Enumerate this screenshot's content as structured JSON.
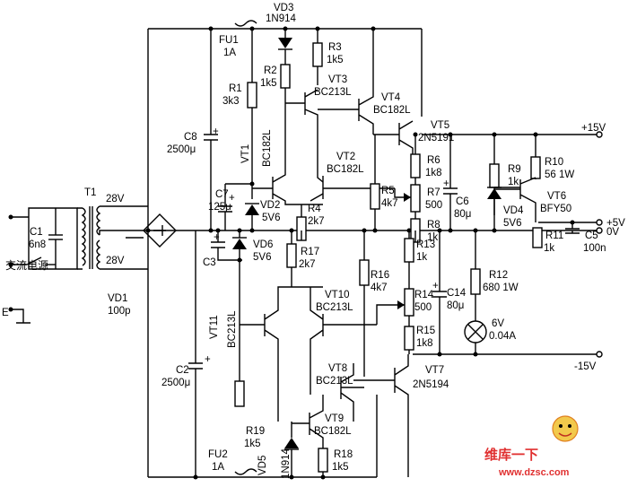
{
  "labels": {
    "vd3": "VD3",
    "vd3_part": "1N914",
    "fu1": "FU1",
    "fu1_val": "1A",
    "r3": "R3",
    "r3_val": "1k5",
    "r2": "R2",
    "r2_val": "1k5",
    "r1": "R1",
    "r1_val": "3k3",
    "vt3": "VT3",
    "vt3_part": "BC213L",
    "vt4": "VT4",
    "vt4_part": "BC182L",
    "vt5": "VT5",
    "vt5_part": "2N5191",
    "vt1": "VT1",
    "vt1_part": "BC182L",
    "vt2": "VT2",
    "vt2_part": "BC182L",
    "c8": "C8",
    "c8_val": "2500μ",
    "c7": "C7",
    "c7_val": "125μ",
    "vd2": "VD2",
    "vd2_val": "5V6",
    "r4": "R4",
    "r4_val": "2k7",
    "r5": "R5",
    "r5_val": "4k7",
    "r6": "R6",
    "r6_val": "1k8",
    "r7": "R7",
    "r7_val": "500",
    "r8": "R8",
    "r8_val": "1k",
    "c6": "C6",
    "c6_val": "80μ",
    "r9": "R9",
    "r9_val": "1k",
    "r10": "R10",
    "r10_val": "56  1W",
    "vt6": "VT6",
    "vt6_part": "BFY50",
    "vd4": "VD4",
    "vd4_val": "5V6",
    "r11": "R11",
    "r11_val": "1k",
    "c5": "C5",
    "c5_val": "100n",
    "plus15": "+15V",
    "plus5": "+5V",
    "zero": "0V",
    "minus15": "-15V",
    "t1": "T1",
    "v28a": "28V",
    "v28b": "28V",
    "c1": "C1",
    "c1_val": "6n8",
    "mains": "交流电源",
    "vd1": "VD1",
    "vd1_val": "100p",
    "e": "E",
    "c3": "C3",
    "vd6": "VD6",
    "vd6_val": "5V6",
    "r17": "R17",
    "r17_val": "2k7",
    "vt10": "VT10",
    "vt10_part": "BC213L",
    "r16": "R16",
    "r16_val": "4k7",
    "r13": "R13",
    "r13_val": "1k",
    "r14": "R14",
    "r14_val": "500",
    "r15": "R15",
    "r15_val": "1k8",
    "c14": "C14",
    "c14_val": "80μ",
    "r12": "R12",
    "r12_val": "680  1W",
    "lamp": "6V",
    "lamp_val": "0.04A",
    "vt11": "VT11",
    "vt11_part": "BC213L",
    "c2": "C2",
    "c2_val": "2500μ",
    "vt8": "VT8",
    "vt8_part": "BC213L",
    "vt7": "VT7",
    "vt7_part": "2N5194",
    "vt9": "VT9",
    "vt9_part": "BC182L",
    "r19": "R19",
    "r19_val": "1k5",
    "vd5": "VD5",
    "vd5_part": "1N914",
    "r18": "R18",
    "r18_val": "1k5",
    "fu2": "FU2",
    "fu2_val": "1A",
    "plus": "+"
  },
  "watermark": {
    "line1": "维库一下",
    "line2": "www.dzsc.com"
  },
  "colors": {
    "ink": "#000000",
    "watermark": "#e03030"
  }
}
